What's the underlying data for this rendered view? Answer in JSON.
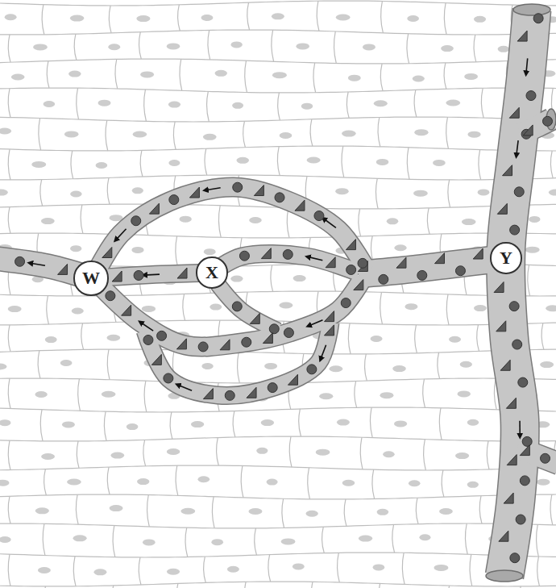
{
  "diagram": {
    "nodes": [
      {
        "text": [
          "W"
        ]
      },
      {
        "text": [
          "X"
        ]
      },
      {
        "text": [
          "Y"
        ]
      }
    ]
  }
}
